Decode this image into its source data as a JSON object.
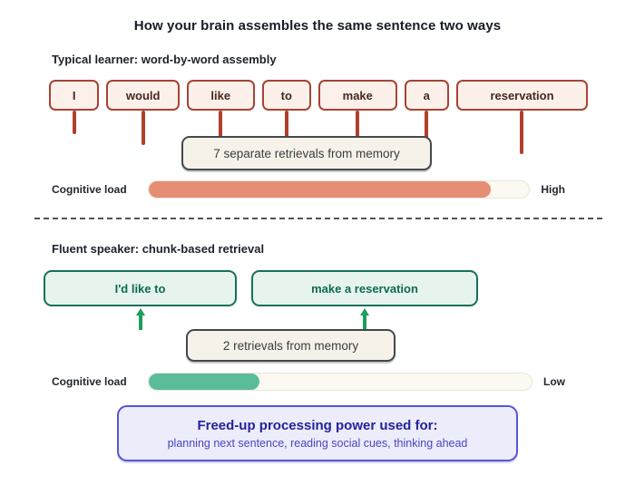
{
  "title": "How your brain assembles the same sentence two ways",
  "section1": {
    "heading": "Typical learner: word-by-word assembly",
    "words": [
      "I",
      "would",
      "like",
      "to",
      "make",
      "a",
      "reservation"
    ],
    "retrieval_label": "7 separate retrievals from memory",
    "load": {
      "label": "Cognitive load",
      "value_label": "High",
      "percent": 90
    }
  },
  "section2": {
    "heading": "Fluent speaker: chunk-based retrieval",
    "chunks": [
      "I'd like to",
      "make a reservation"
    ],
    "retrieval_label": "2 retrievals from memory",
    "load": {
      "label": "Cognitive load",
      "value_label": "Low",
      "percent": 29
    }
  },
  "footer": {
    "heading": "Freed-up processing power used for:",
    "detail": "planning next sentence, reading social cues, thinking ahead"
  },
  "colors": {
    "word_accent": "#a84334",
    "word_bg": "#fcf1ea",
    "load_high_fill": "#e58e74",
    "load_low_fill": "#5abc99",
    "chunk_accent": "#15705b",
    "chunk_bg": "#e7f4ee",
    "memory_box_bg": "#f6f2e9",
    "memory_box_border": "#43484d",
    "footer_accent": "#5656d6",
    "footer_bg": "#ececfb"
  }
}
